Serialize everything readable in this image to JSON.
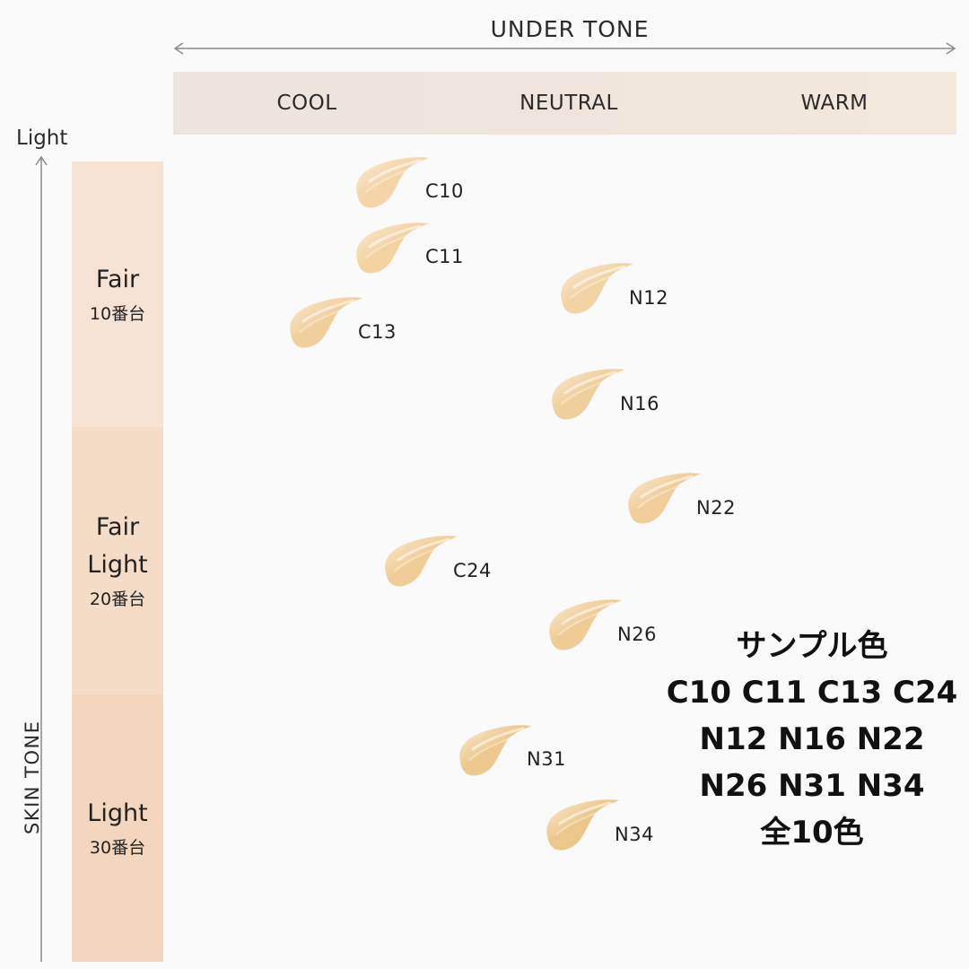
{
  "under_tone": {
    "title": "UNDER TONE",
    "columns": [
      "COOL",
      "NEUTRAL",
      "WARM"
    ]
  },
  "skin_tone": {
    "title": "SKIN TONE",
    "top_label": "Light",
    "groups": [
      {
        "name": "Fair",
        "sub": "10番台",
        "color": "#f7e3d4"
      },
      {
        "name": "Fair\nLight",
        "sub": "20番台",
        "color": "#f5dcc7"
      },
      {
        "name": "Light",
        "sub": "30番台",
        "color": "#f3d6bd"
      }
    ]
  },
  "swatches": [
    {
      "code": "C10",
      "color": "#f3d5a8"
    },
    {
      "code": "C11",
      "color": "#f3d3a2"
    },
    {
      "code": "N12",
      "color": "#f2d3a3"
    },
    {
      "code": "C13",
      "color": "#f1cf9d"
    },
    {
      "code": "N16",
      "color": "#efcf9b"
    },
    {
      "code": "N22",
      "color": "#f0cd99"
    },
    {
      "code": "C24",
      "color": "#f0cd97"
    },
    {
      "code": "N26",
      "color": "#efcc96"
    },
    {
      "code": "N31",
      "color": "#edc98f"
    },
    {
      "code": "N34",
      "color": "#ecc78c"
    }
  ],
  "sample": {
    "lines": [
      "サンプル色",
      "C10 C11 C13 C24",
      "N12 N16 N22",
      "N26 N31 N34",
      "全10色"
    ]
  }
}
